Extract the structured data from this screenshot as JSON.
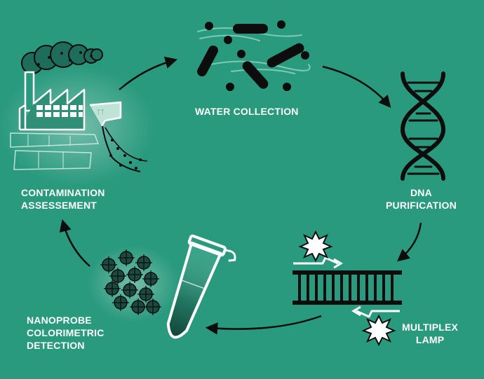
{
  "steps": {
    "water_collection": {
      "label": "WATER COLLECTION"
    },
    "dna_purification": {
      "line1": "DNA",
      "line2": "PURIFICATION"
    },
    "multiplex_lamp": {
      "line1": "MULTIPLEX",
      "line2": "LAMP"
    },
    "nanoprobe_detection": {
      "line1": "NANOPROBE",
      "line2": "COLORIMETRIC",
      "line3": "DETECTION"
    },
    "contamination_assessment": {
      "line1": "CONTAMINATION",
      "line2": "ASSESSEMENT"
    }
  },
  "colors": {
    "background": "#2a9a7e",
    "icon_dark": "#0d0d0d",
    "icon_white": "#ffffff",
    "arrow": "#0d0d0d"
  },
  "icons": {
    "water_collection": "bacteria-icon",
    "dna_purification": "dna-helix-icon",
    "multiplex_lamp": "lamp-amplification-icon",
    "nanoprobe_detection": "tube-nanoparticles-icon",
    "contamination_assessment": "factory-pollution-icon"
  }
}
